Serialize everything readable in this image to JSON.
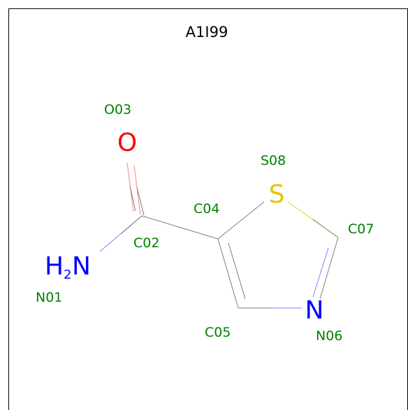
{
  "title": "A1I99",
  "colors": {
    "border": "#000000",
    "bond": "#7f7f7f",
    "label_green": "#008000",
    "oxygen": "#ff0000",
    "nitrogen": "#0000ff",
    "sulfur": "#e6c200"
  },
  "atoms": {
    "O03": {
      "symbol": "O",
      "label": "O03"
    },
    "S08": {
      "symbol": "S",
      "label": "S08"
    },
    "N01": {
      "symbol": "H",
      "sub": "2",
      "symbol2": "N",
      "label": "N01"
    },
    "N06": {
      "symbol": "N",
      "label": "N06"
    },
    "C02": {
      "label": "C02"
    },
    "C04": {
      "label": "C04"
    },
    "C05": {
      "label": "C05"
    },
    "C07": {
      "label": "C07"
    }
  }
}
